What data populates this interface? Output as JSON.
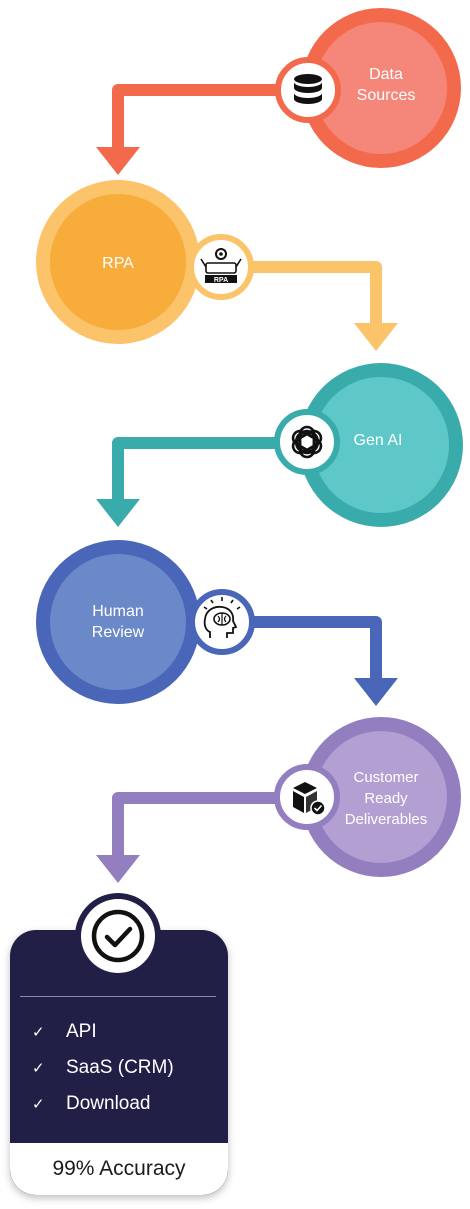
{
  "steps": [
    {
      "label_lines": [
        "Data",
        "Sources"
      ],
      "icon": "database-icon",
      "color": "#f26a4b",
      "inner_color": "#f5877a"
    },
    {
      "label_lines": [
        "RPA"
      ],
      "icon": "rpa-robot-icon",
      "color": "#fbc36a",
      "inner_color": "#f7ac3b"
    },
    {
      "label_lines": [
        "Gen AI"
      ],
      "icon": "openai-logo-icon",
      "color": "#3aabab",
      "inner_color": "#5ec8c8"
    },
    {
      "label_lines": [
        "Human",
        "Review"
      ],
      "icon": "brain-head-icon",
      "color": "#4a66b8",
      "inner_color": "#6b89c9"
    },
    {
      "label_lines": [
        "Customer",
        "Ready",
        "Deliverables"
      ],
      "icon": "box-check-icon",
      "color": "#937ec0",
      "inner_color": "#b39fd2"
    }
  ],
  "result_card": {
    "icon": "check-circle-icon",
    "items": [
      "API",
      "SaaS (CRM)",
      "Download"
    ],
    "footer": "99% Accuracy"
  }
}
